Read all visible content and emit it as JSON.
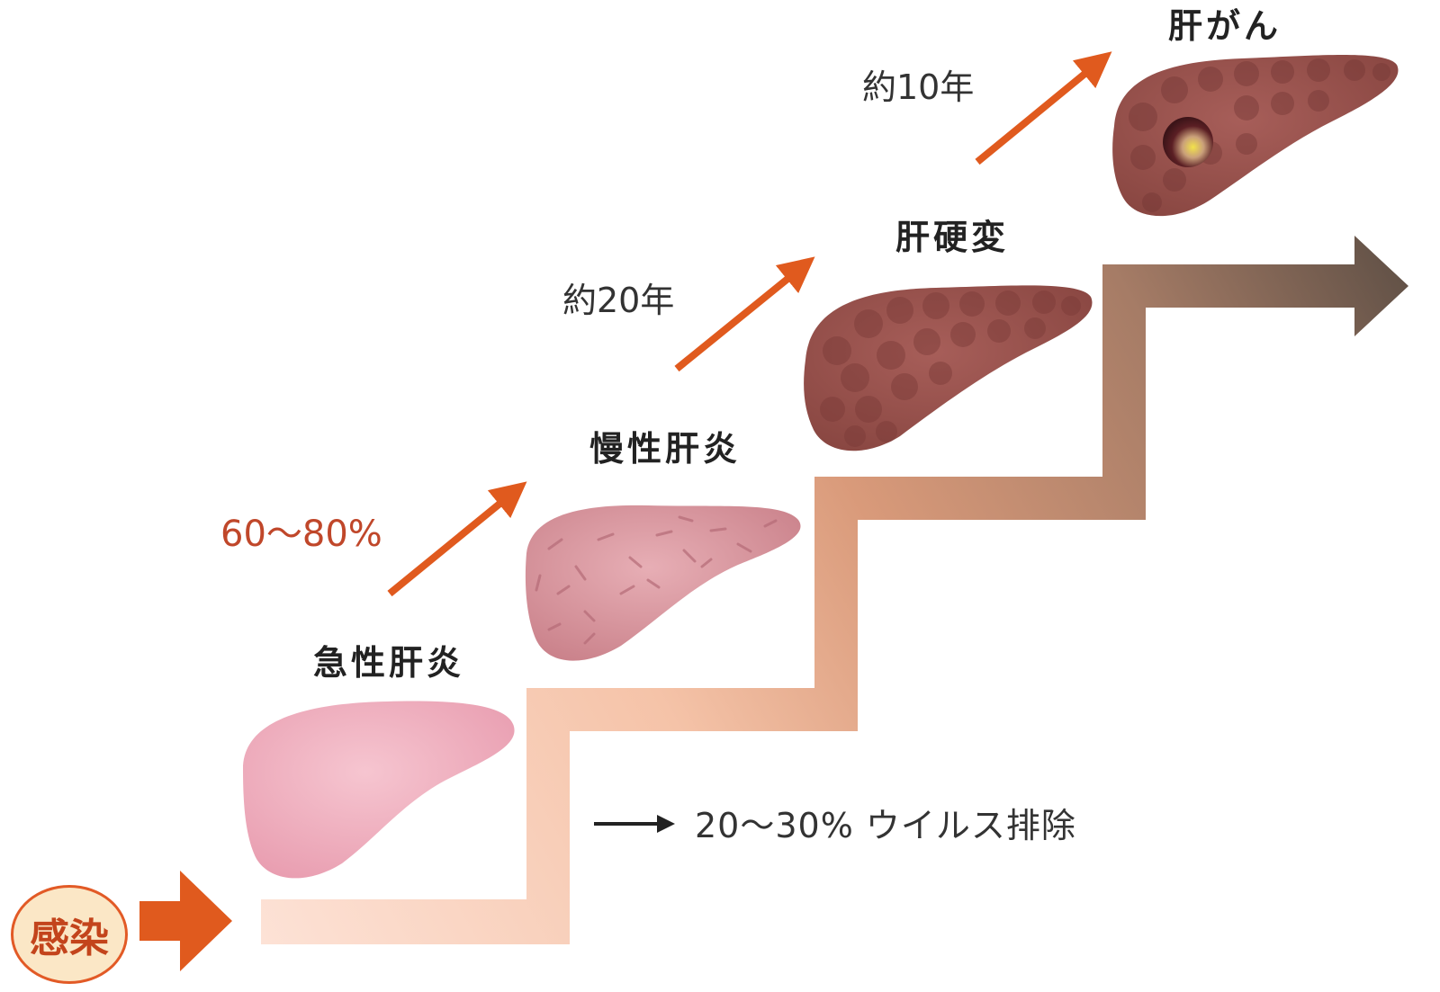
{
  "start": {
    "label": "感染"
  },
  "stages": {
    "acute": "急性肝炎",
    "chronic": "慢性肝炎",
    "cirrhosis": "肝硬変",
    "cancer": "肝がん"
  },
  "transitions": {
    "acute_to_chronic": "60〜80%",
    "chronic_to_cirrhosis": "約20年",
    "cirrhosis_to_cancer": "約10年"
  },
  "clearance": {
    "label": "20〜30%  ウイルス排除"
  },
  "colors": {
    "arrow": "#e05a1e",
    "start_border": "#e25a26",
    "start_fill": "#fbe7c6",
    "staircase_start": "#fbd9cc",
    "staircase_end": "#5e4f45",
    "liver_acute": "#eeadbd",
    "liver_chronic": "#d8939d",
    "liver_cirrhosis": "#98504d",
    "liver_cancer": "#8e4a47"
  }
}
